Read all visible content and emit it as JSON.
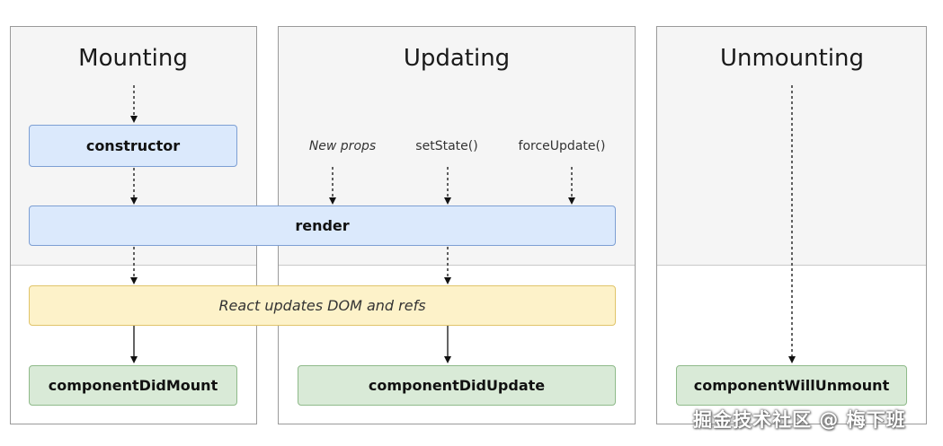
{
  "phases": {
    "mounting": "Mounting",
    "updating": "Updating",
    "unmounting": "Unmounting"
  },
  "triggers": {
    "new_props": "New props",
    "set_state": "setState()",
    "force_update": "forceUpdate()"
  },
  "methods": {
    "constructor": "constructor",
    "render": "render",
    "dom_update": "React updates DOM and refs",
    "did_mount": "componentDidMount",
    "did_update": "componentDidUpdate",
    "will_unmount": "componentWillUnmount"
  },
  "watermark": "掘金技术社区 @ 梅下班",
  "colors": {
    "render_phase_bg": "#f5f5f5",
    "method_blue": "#dbe9fc",
    "commit_yellow": "#fdf2c9",
    "method_green": "#d9ead7"
  }
}
